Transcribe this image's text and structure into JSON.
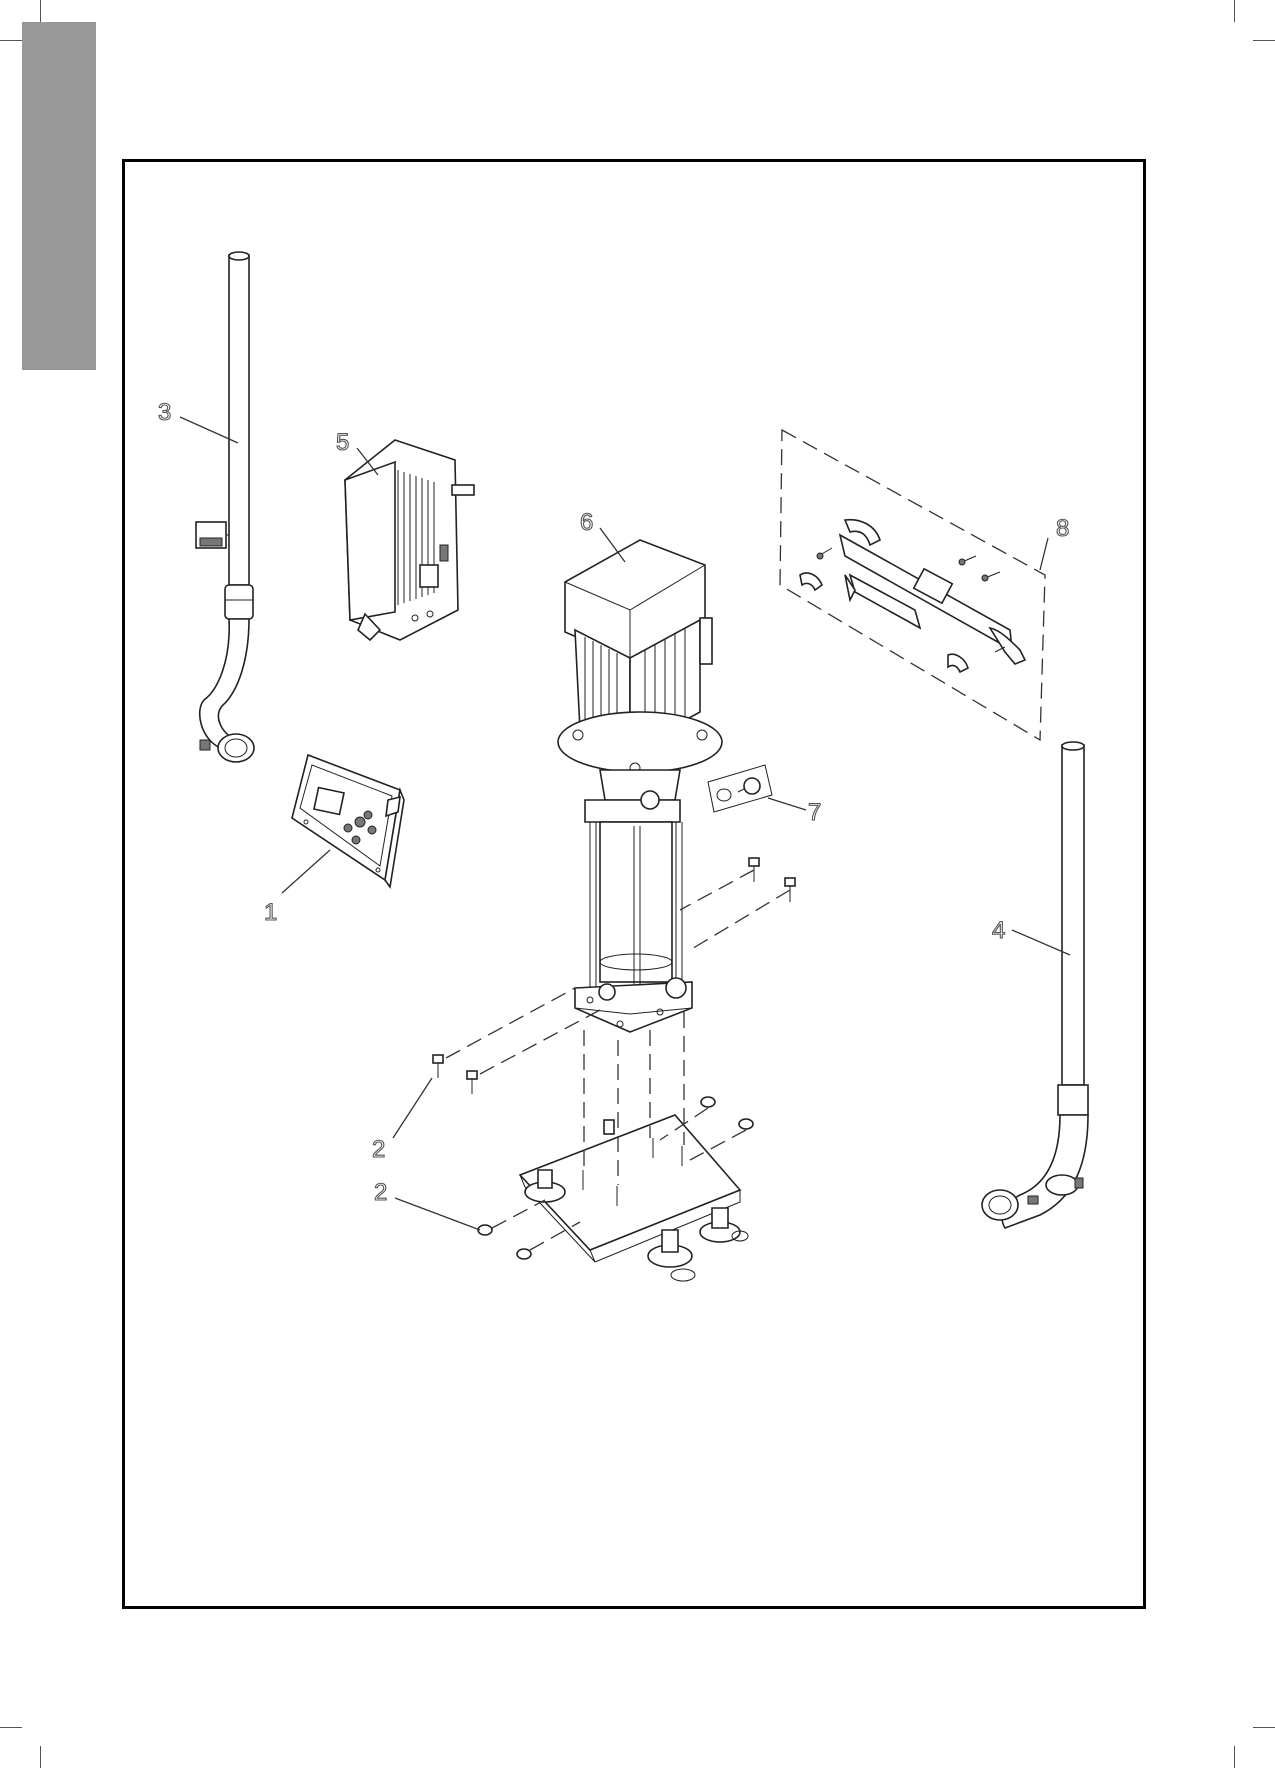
{
  "diagram": {
    "callouts": [
      {
        "id": "c1",
        "label": "1"
      },
      {
        "id": "c2a",
        "label": "2"
      },
      {
        "id": "c2b",
        "label": "2"
      },
      {
        "id": "c3",
        "label": "3"
      },
      {
        "id": "c4",
        "label": "4"
      },
      {
        "id": "c5",
        "label": "5"
      },
      {
        "id": "c6",
        "label": "6"
      },
      {
        "id": "c7",
        "label": "7"
      },
      {
        "id": "c8",
        "label": "8"
      }
    ]
  },
  "colors": {
    "side_tab": "#999999",
    "frame": "#000000",
    "line_art": "#222222"
  }
}
